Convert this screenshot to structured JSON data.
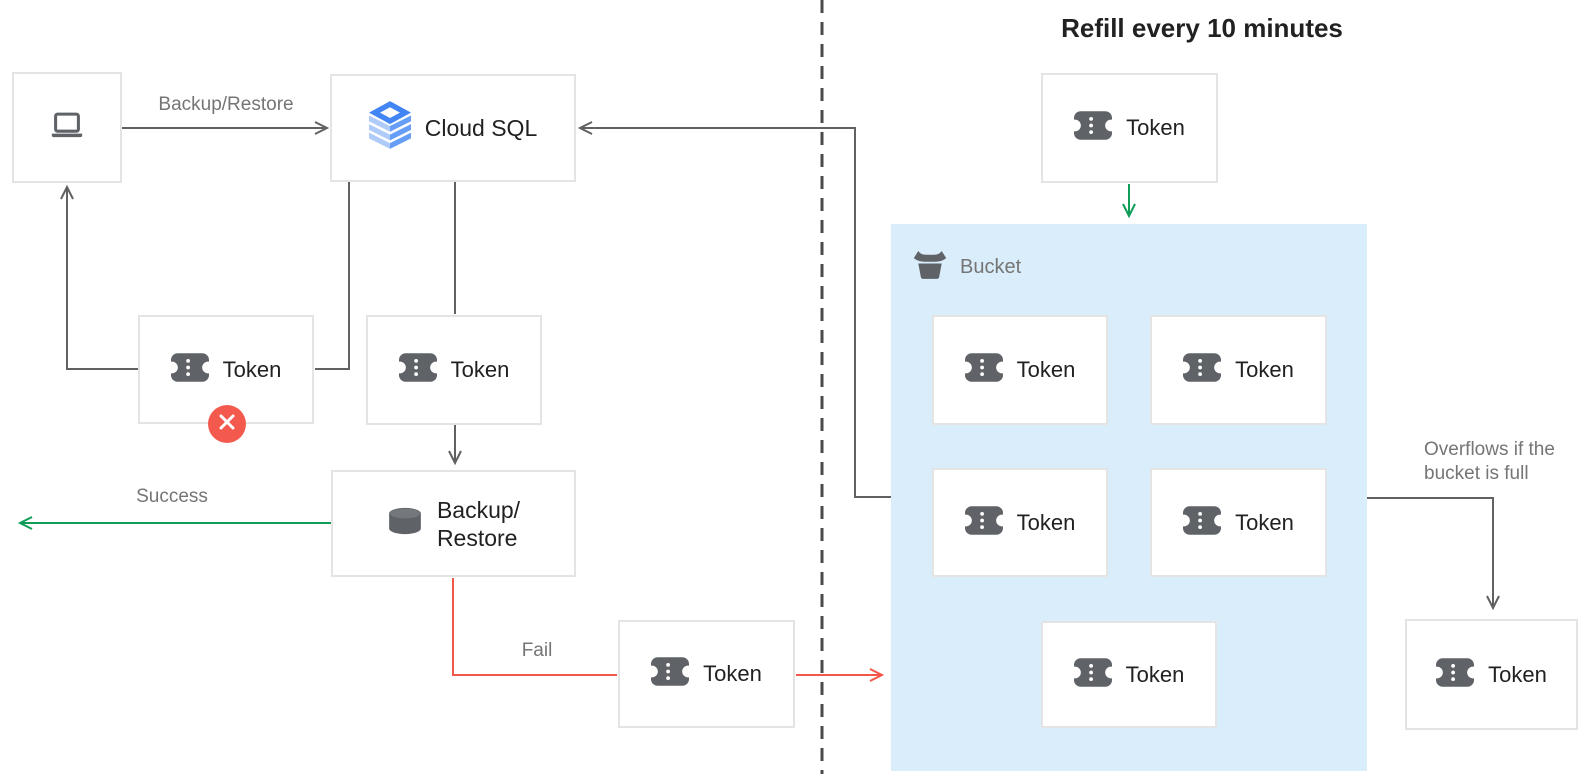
{
  "title": {
    "text": "Refill every 10 minutes"
  },
  "colors": {
    "text": "#212121",
    "text-gray": "#757575",
    "icon": "#5f6368",
    "arrow": "#616161",
    "divider": "#4a4a4a",
    "border": "#e4e4e4",
    "bucket": "#daedfa",
    "green": "#0f9d58",
    "red": "#f4564a",
    "red-badge": "#f4594e",
    "csql-ring": "#4285f4",
    "csql-light": "#aecbfa",
    "csql-mid": "#669df6"
  },
  "nodes": {
    "client": {
      "icon": "laptop-icon"
    },
    "cloud_sql": {
      "label": "Cloud SQL",
      "icon": "cloud-sql-icon"
    },
    "token_rejected": {
      "label": "Token",
      "icon": "ticket-icon",
      "badge": "rejected-x"
    },
    "token_in_use": {
      "label": "Token",
      "icon": "ticket-icon"
    },
    "backup_restore": {
      "label_line1": "Backup/",
      "label_line2": "Restore",
      "icon": "database-icon"
    },
    "token_failed": {
      "label": "Token",
      "icon": "ticket-icon"
    },
    "token_refill": {
      "label": "Token",
      "icon": "ticket-icon"
    },
    "token_overflow": {
      "label": "Token",
      "icon": "ticket-icon"
    },
    "bucket": {
      "label": "Bucket",
      "icon": "bucket-icon",
      "tokens": [
        {
          "label": "Token"
        },
        {
          "label": "Token"
        },
        {
          "label": "Token"
        },
        {
          "label": "Token"
        },
        {
          "label": "Token"
        }
      ]
    }
  },
  "edges": {
    "client_to_cloudsql": {
      "label": "Backup/Restore"
    },
    "success": {
      "label": "Success"
    },
    "fail": {
      "label": "Fail"
    },
    "overflow": {
      "label_line1": "Overflows if the",
      "label_line2": "bucket is full"
    }
  }
}
